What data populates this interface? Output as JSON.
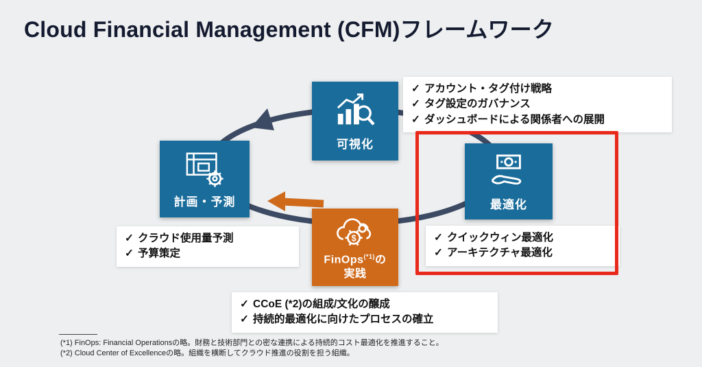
{
  "page": {
    "title": "Cloud Financial Management (CFM)フレームワーク"
  },
  "glyphs": {
    "check": "✓"
  },
  "nodes": {
    "visualization": {
      "label": "可視化"
    },
    "planning": {
      "label": "計画・予測"
    },
    "optimization": {
      "label": "最適化"
    },
    "finops": {
      "name": "FinOps",
      "sup": "(*1)",
      "particle": "の",
      "line2": "実践"
    }
  },
  "callouts": {
    "visualization": {
      "items": [
        "アカウント・タグ付け戦略",
        "タグ設定のガバナンス",
        "ダッシュボードによる関係者への展開"
      ]
    },
    "planning": {
      "items": [
        "クラウド使用量予測",
        "予算策定"
      ]
    },
    "optimization": {
      "items": [
        "クイックウィン最適化",
        "アーキテクチャ最適化"
      ]
    },
    "finops": {
      "items": [
        "CCoE (*2)の組成/文化の醸成",
        "持続的最適化に向けたプロセスの確立"
      ]
    }
  },
  "footnotes": [
    "(*1) FinOps: Financial Operationsの略。財務と技術部門との密な連携による持続的コスト最適化を推進すること。",
    "(*2) Cloud Center of Excellenceの略。組織を横断してクラウド推進の役割を担う組織。"
  ],
  "colors": {
    "bg": "#edeff0",
    "blue": "#1a6c9b",
    "orange": "#cf6a1b",
    "cycle": "#3d4a63",
    "highlight": "#e8291c",
    "ink": "#141a2f"
  }
}
